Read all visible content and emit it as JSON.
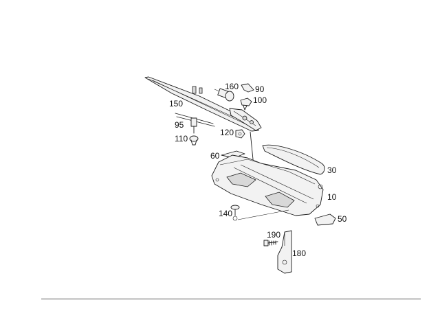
{
  "labels": {
    "p160": "160",
    "p90": "90",
    "p100": "100",
    "p150": "150",
    "p95": "95",
    "p120": "120",
    "p110": "110",
    "p60": "60",
    "p30": "30",
    "p10": "10",
    "p140": "140",
    "p50": "50",
    "p190": "190",
    "p180": "180"
  }
}
